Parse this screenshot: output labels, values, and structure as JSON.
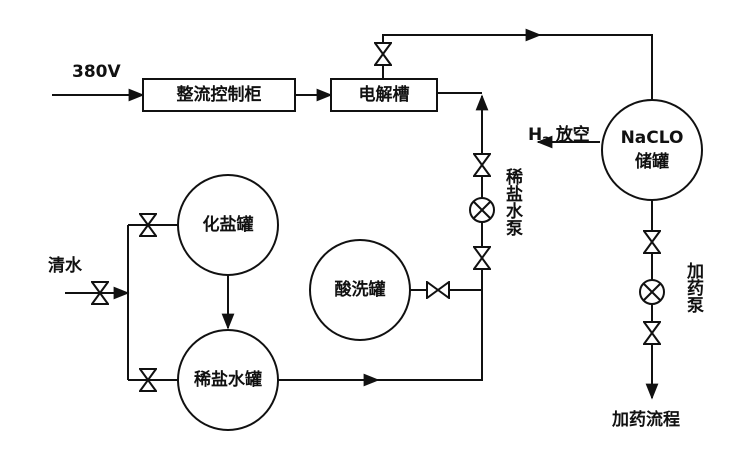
{
  "labels": {
    "power": "380V",
    "rectifier": "整流控制柜",
    "electrolyzer": "电解槽",
    "h2_main": "H",
    "h2_sub": "2",
    "h2_vent": "放空",
    "naclo_line1": "NaCLO",
    "naclo_line2": "储罐",
    "dilute_pump": "稀盐水泵",
    "salt_tank": "化盐罐",
    "fresh_water": "清水",
    "acid_tank": "酸洗罐",
    "brine_tank": "稀盐水罐",
    "dosing_pump": "加药泵",
    "dosing_flow": "加药流程"
  }
}
